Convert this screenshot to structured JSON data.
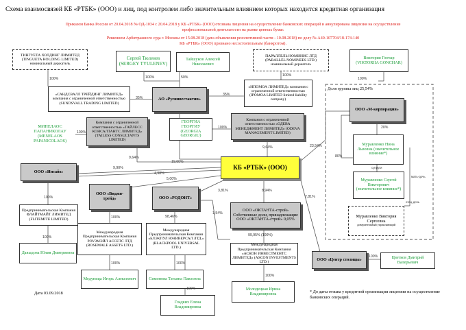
{
  "title": "Схема взаимосвязей КБ «РТБК» (ООО) и лиц, под контролем либо значительным влиянием которых находится кредитная организация",
  "notices": [
    "Приказом Банка России от 20.04.2018 № ОД-1034 с 20.04.2018 у КБ «РТБК» (ООО) отозвана лицензия на осуществление банковских операций и аннулирована лицензия на осуществление",
    "профессиональной деятельности на рынке ценных бумаг.",
    "Решением Арбитражного суда г. Москвы от 15.08.2018 (дата объявления резолютивной части - 10.08.2018) по делу № А40-107704/18-174-140",
    "КБ «РТБК» (ООО) признано несостоятельным (банкротом)."
  ],
  "entities": {
    "tingueta": "ТИНГУЕТА ХОЛДИНГ ЛИМИТЕД (TINGUETA HOLDING LIMITED) номинальный держатель",
    "tyulenev": "Сергей Тюленев (SERGEY TYULENEV)",
    "taishukov": "Тайшуков Алексей Николаевич",
    "parallel": "ПАРАЛЛЕЛЬ НОМИНИС ЛТД (PARALLEL NOMINEES LTD.) номинальный держатель",
    "gonchar": "Виктория Гончар (VIKTORIIA GONCHAR)",
    "sundsvall": "«САНДСВАЛЛ ТРЕЙДИНГ ЛИМИТЕД» компания с ограниченной ответственностью (SUNDSVALL TRADING LIMITED)",
    "rusinvest": "АО «Русинвестактив»",
    "promola": "«ИПОМОА ЛИМИТЕД» компания с ограниченной ответственностью (IPOMOA LIMITED limited liability company)",
    "group_label": "Доля группы лиц 25,54%",
    "mcorp": "ООО «М-корпорация»",
    "tailess": "Компания с ограниченной ответственностью «ТАЙЛЕСС КОНСАЛТАНТС ЛИМИТЕД» (TAILESS CONSULTANTS LIMITED)",
    "menelaos": "МИНЕЛАОС ПАПАНИКОЛАУ (MENELAOS PAPANICOLAOS)",
    "georgiou": "ГЕОРГИА ГЕОРГИУ (GEORGIA GEORGIU)",
    "odeva": "Компания с ограниченной ответственностью «ОДЕВА МЕНЕДЖМЕНТ ЛИМИТЕД» (ODEVA MANAGEMENT LIMITED)",
    "muravlenko_nina": "Муравленко Нина Львовна (значительное влияние*)",
    "kb": "КБ «РТБК» (ООО)",
    "insaiz": "ООО «Инсайз»",
    "vidzhitreid": "ООО «Виджи-трейд»",
    "rodont": "ООО «РОДОНТ»",
    "muravlenko_sergey": "Муравленко Сергей Викторович (значительное влияние*)",
    "muravlenko_viktoria": "Муравленко Виктория Сергеевна",
    "muravlenko_viktoria_note": "доверительный управляющий",
    "flitemite": "Предпринимательская Компания ФЛАЙТМАЙТ ЛИМИТЕД (FLITEMITE LIMITED)",
    "roseumeil": "Международная Предпринимательская Компания РОУЗМЭЙЛ АССЕТС ЛТД (ROSEMALE ASSETS LTD.)",
    "blackpool": "Международная Предпринимательская Компания «БЛЭКПУЛ ЮНИВЕРСАЛ ЛТД.» (BLACKPOOL UNIVERSAL LTD.)",
    "oktanta": "ООО «ОКТАНТА-строй» Собственные доли, принадлежащие ООО «ОКТАНТА-строй» 0,05%",
    "ascon": "Международная Предпринимательская Компания «АСКОН ИНВЕСТМЕНТС ЛИМИТЕД» (ASCON INVESTMENTS LTD.)",
    "tsentr": "ООО «Центр столицы»",
    "tsvetkov": "Цветков Дмитрий Валерьевич",
    "davydova": "Давыдова Юлия Дмитриевна",
    "medunitsa": "Медуница Игорь Алексеевич",
    "simonova": "Симонова Татьяна Павловна",
    "gladkikh": "Гладких Елена Владимировна",
    "molodetskaya": "Молодецкая Ирина Владимировна"
  },
  "percentages": {
    "tingueta_sundsvall": "100%",
    "tyulenev_top": "100%",
    "taishukov_top": "50%",
    "parallel_promola": "100%",
    "gonchar_top": "100%",
    "sundsvall_rus": "35%",
    "promola_rus": "35%",
    "rus_kb": "19,60%",
    "tailess_kb": "9,64%",
    "menelaos_tailess": "100%",
    "georgiou_odeva": "100%",
    "odeva_kb": "9,64%",
    "mcorp_kb": "23,54%",
    "mcorp_20": "20%",
    "nina_mcorp": "80%",
    "insaiz_kb1": "9,90%",
    "insaiz_kb2": "4,98%",
    "vidzhi_kb": "5,00%",
    "rodont_kb": "3,81%",
    "oktanta_kb": "8,94%",
    "tsentr_kb": "7,81%",
    "rodont_154": "1,54%",
    "flitemite_insaiz": "100%",
    "davydova_flitemite": "100%",
    "vidzhi_rose": "100%",
    "medunitsa_rose": "100%",
    "rodont_black": "98,46%",
    "simonova_black": "100%",
    "gladkikh": "100%",
    "oktanta_ascon": "99,95% (100%)",
    "molodetskaya_ascon": "100%",
    "tsvetkov_tsentr": "100%",
    "sergey_label": "супруги",
    "sergey_label2": "мать-дочь",
    "sergey_label3": "отец-дочь"
  },
  "footer": {
    "date": "Дата 03.09.2018",
    "note": "* До даты отзыва у кредитной организации лицензии на осуществление банковских операций."
  }
}
